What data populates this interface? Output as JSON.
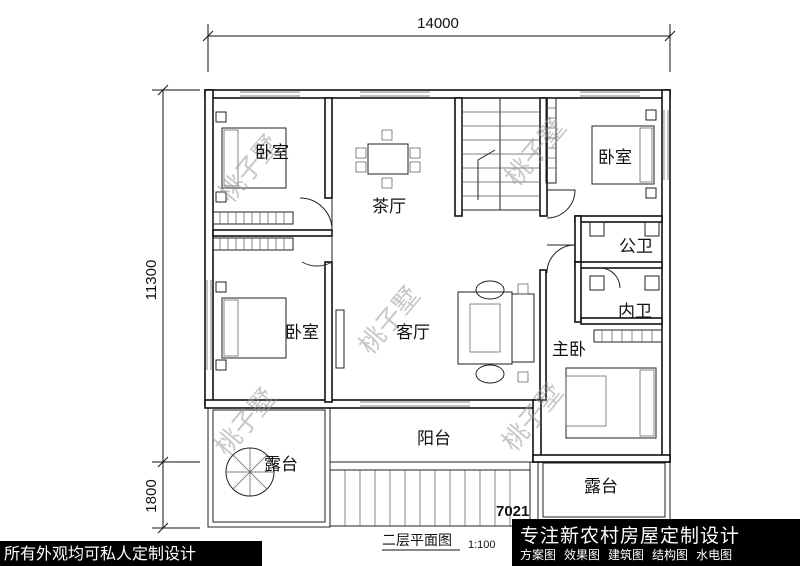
{
  "dimensions": {
    "top_width": "14000",
    "left_height": "11300",
    "left_lower": "1800"
  },
  "rooms": {
    "bedroom_top_left": "卧室",
    "bedroom_top_right": "卧室",
    "bedroom_mid_left": "卧室",
    "tea_hall": "茶厅",
    "living_room": "客厅",
    "public_bath": "公卫",
    "ensuite_bath": "内卫",
    "master_bedroom": "主卧",
    "balcony": "阳台",
    "terrace_left": "露台",
    "terrace_right": "露台"
  },
  "plan_code": "7021",
  "drawing_title": "二层平面图",
  "scale": "1:100",
  "watermark": "桃子墅",
  "footer_left": "所有外观均可私人定制设计",
  "ad": {
    "title": "专注新农村房屋定制设计",
    "services": [
      "方案图",
      "效果图",
      "建筑图",
      "结构图",
      "水电图"
    ]
  }
}
